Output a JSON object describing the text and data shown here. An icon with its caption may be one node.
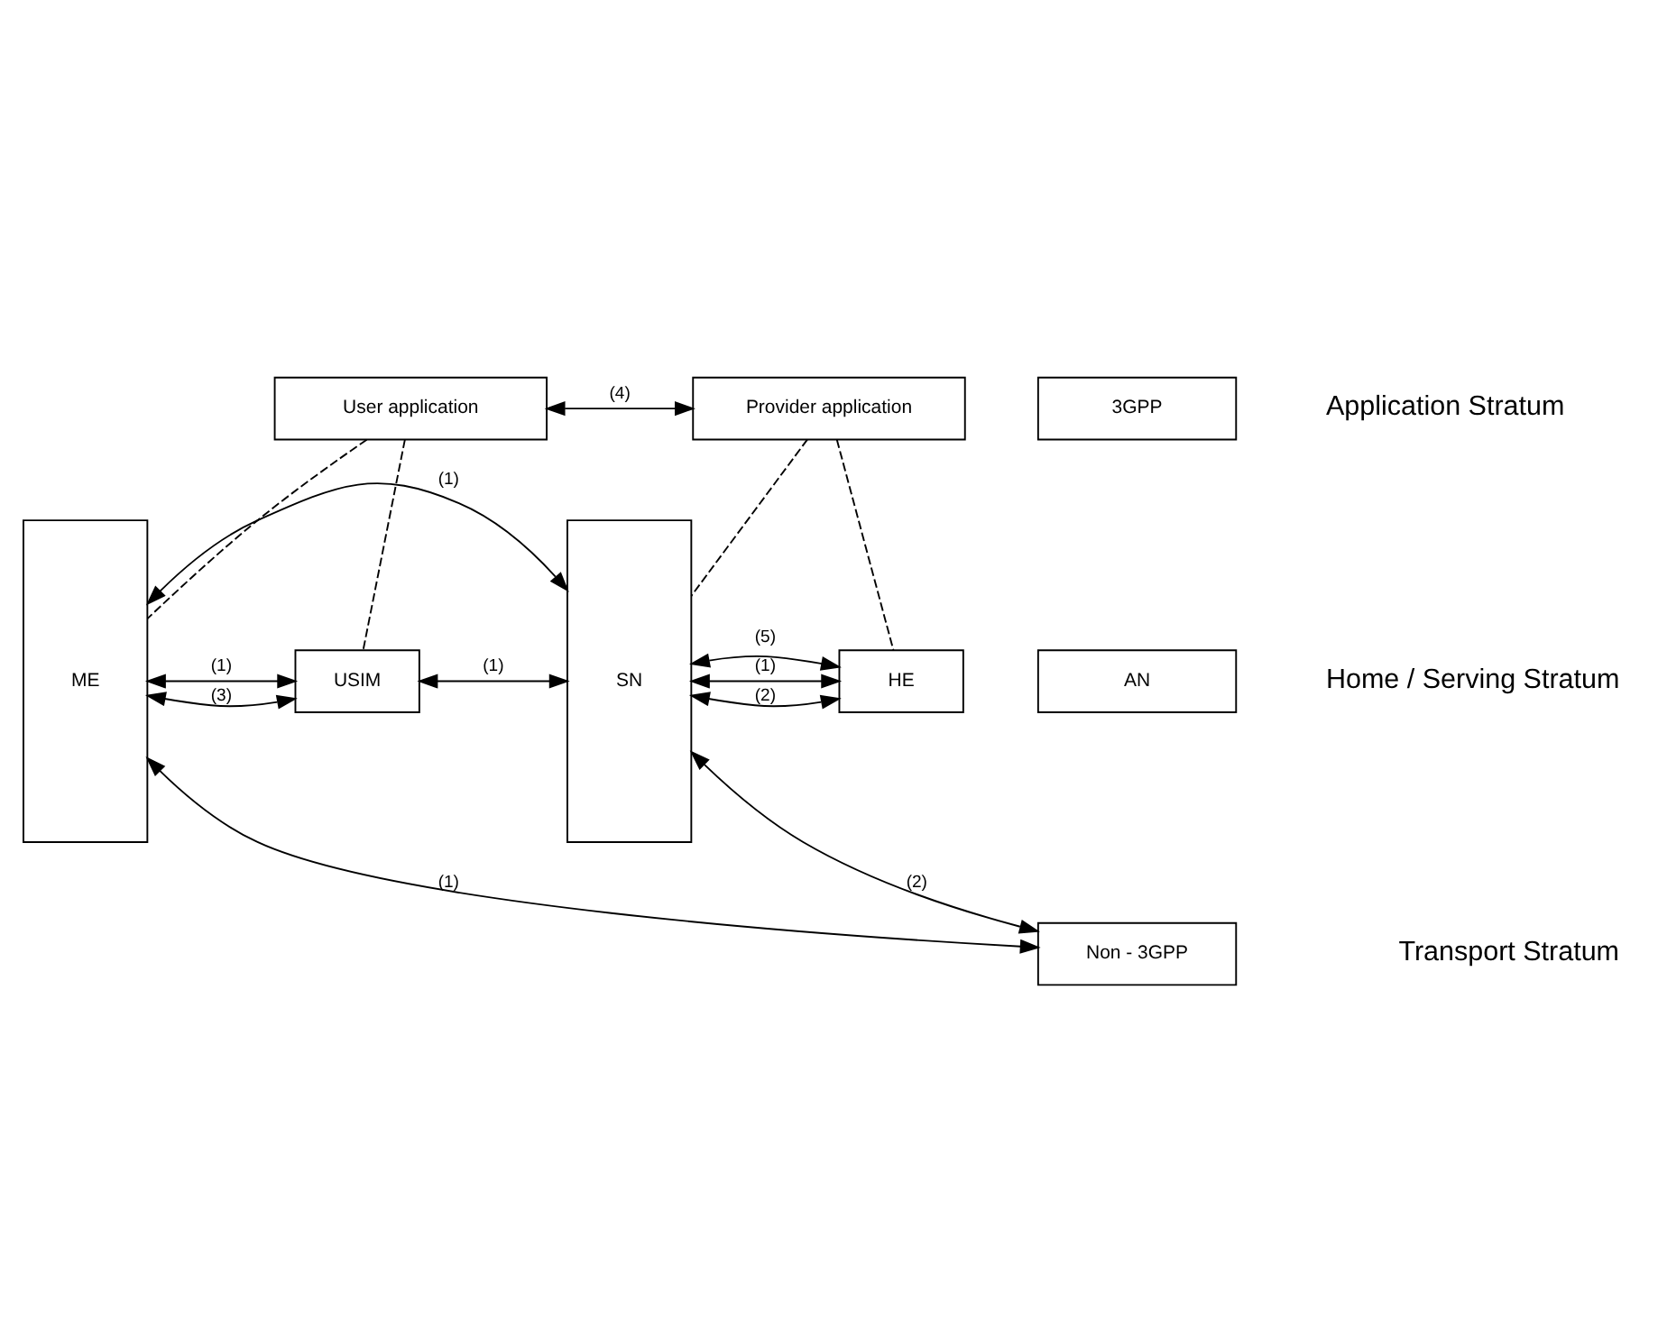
{
  "diagram": {
    "nodes": [
      {
        "text": [
          "User application"
        ]
      },
      {
        "text": [
          "Provider application"
        ]
      },
      {
        "text": [
          "ME"
        ]
      },
      {
        "text": [
          "USIM"
        ]
      },
      {
        "text": [
          "SN"
        ]
      },
      {
        "text": [
          "HE"
        ]
      },
      {
        "text": [
          "3GPP"
        ]
      },
      {
        "text": [
          "AN"
        ]
      },
      {
        "text": [
          "Non - 3GPP"
        ]
      }
    ],
    "edges": [
      {
        "from": 0,
        "to": 1,
        "arrow": "both",
        "label": "(4)"
      },
      {
        "from": 0,
        "to": 2,
        "arrow": "none",
        "style": "dashed"
      },
      {
        "from": 0,
        "to": 3,
        "arrow": "none",
        "style": "dashed"
      },
      {
        "from": 1,
        "to": 4,
        "arrow": "none",
        "style": "dashed"
      },
      {
        "from": 1,
        "to": 5,
        "arrow": "none",
        "style": "dashed"
      },
      {
        "from": 2,
        "to": 3,
        "arrow": "both",
        "label": "(1)"
      },
      {
        "from": 2,
        "to": 3,
        "arrow": "both",
        "label": "(3)"
      },
      {
        "from": 3,
        "to": 4,
        "arrow": "both",
        "label": "(1)"
      },
      {
        "from": 4,
        "to": 5,
        "arrow": "both",
        "label": "(1)"
      },
      {
        "from": 4,
        "to": 5,
        "arrow": "both",
        "label": "(2)"
      },
      {
        "from": 4,
        "to": 5,
        "arrow": "both",
        "label": "(5)"
      },
      {
        "from": 2,
        "to": 4,
        "arrow": "both",
        "label": "(1)"
      },
      {
        "from": 2,
        "to": 8,
        "arrow": "both",
        "label": "(1)"
      },
      {
        "from": 8,
        "to": 4,
        "arrow": "both",
        "label": "(2)"
      }
    ],
    "labels": [
      "Application Stratum",
      "Home / Serving Stratum",
      "Transport Stratum"
    ]
  }
}
